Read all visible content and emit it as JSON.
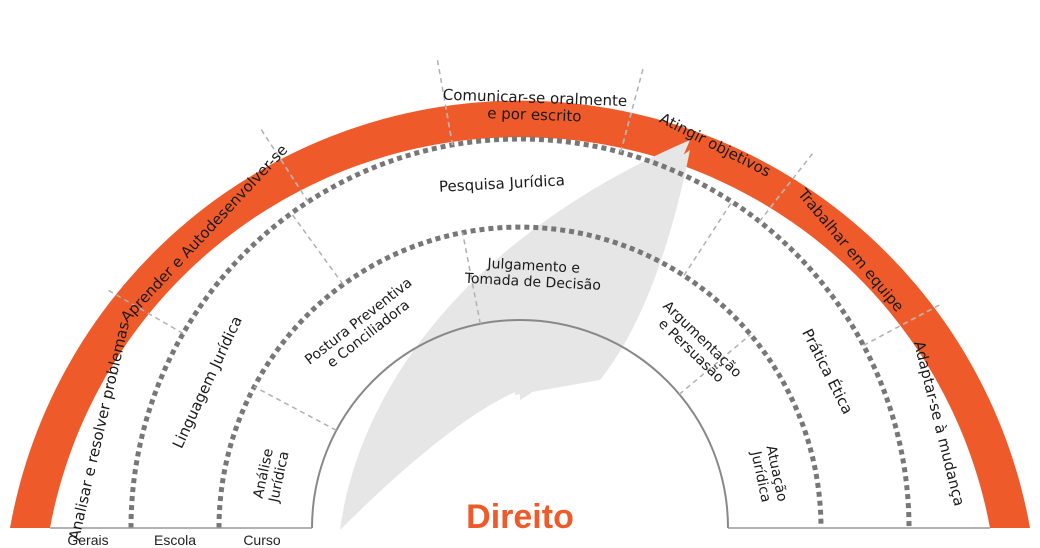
{
  "colors": {
    "accent": "#ef5a2b",
    "ring_text": "#1a1a1a",
    "dashed_thick": "#777777",
    "dashed_thin": "#b0b0b0",
    "watermark": "#e6e6e6"
  },
  "title": "Direito",
  "legend": [
    "Gerais",
    "Escola",
    "Curso"
  ],
  "rings": {
    "gerais": [
      "Analisar e resolver problemas",
      "Aprender e Autodesenvolver-se",
      [
        "Comunicar-se oralmente",
        "e por escrito"
      ],
      "Atingir objetivos",
      "Trabalhar em equipe",
      "Adaptar-se à mudança"
    ],
    "escola": [
      "Linguagem Jurídica",
      "Pesquisa Jurídica",
      "Prática Ética"
    ],
    "curso": [
      [
        "Análise",
        "Jurídica"
      ],
      [
        "Postura Preventiva",
        "e Conciliadora"
      ],
      [
        "Julgamento e",
        "Tomada de Decisão"
      ],
      [
        "Argumentação",
        "e Persuasão"
      ],
      [
        "Atuação",
        "Jurídica"
      ]
    ]
  }
}
